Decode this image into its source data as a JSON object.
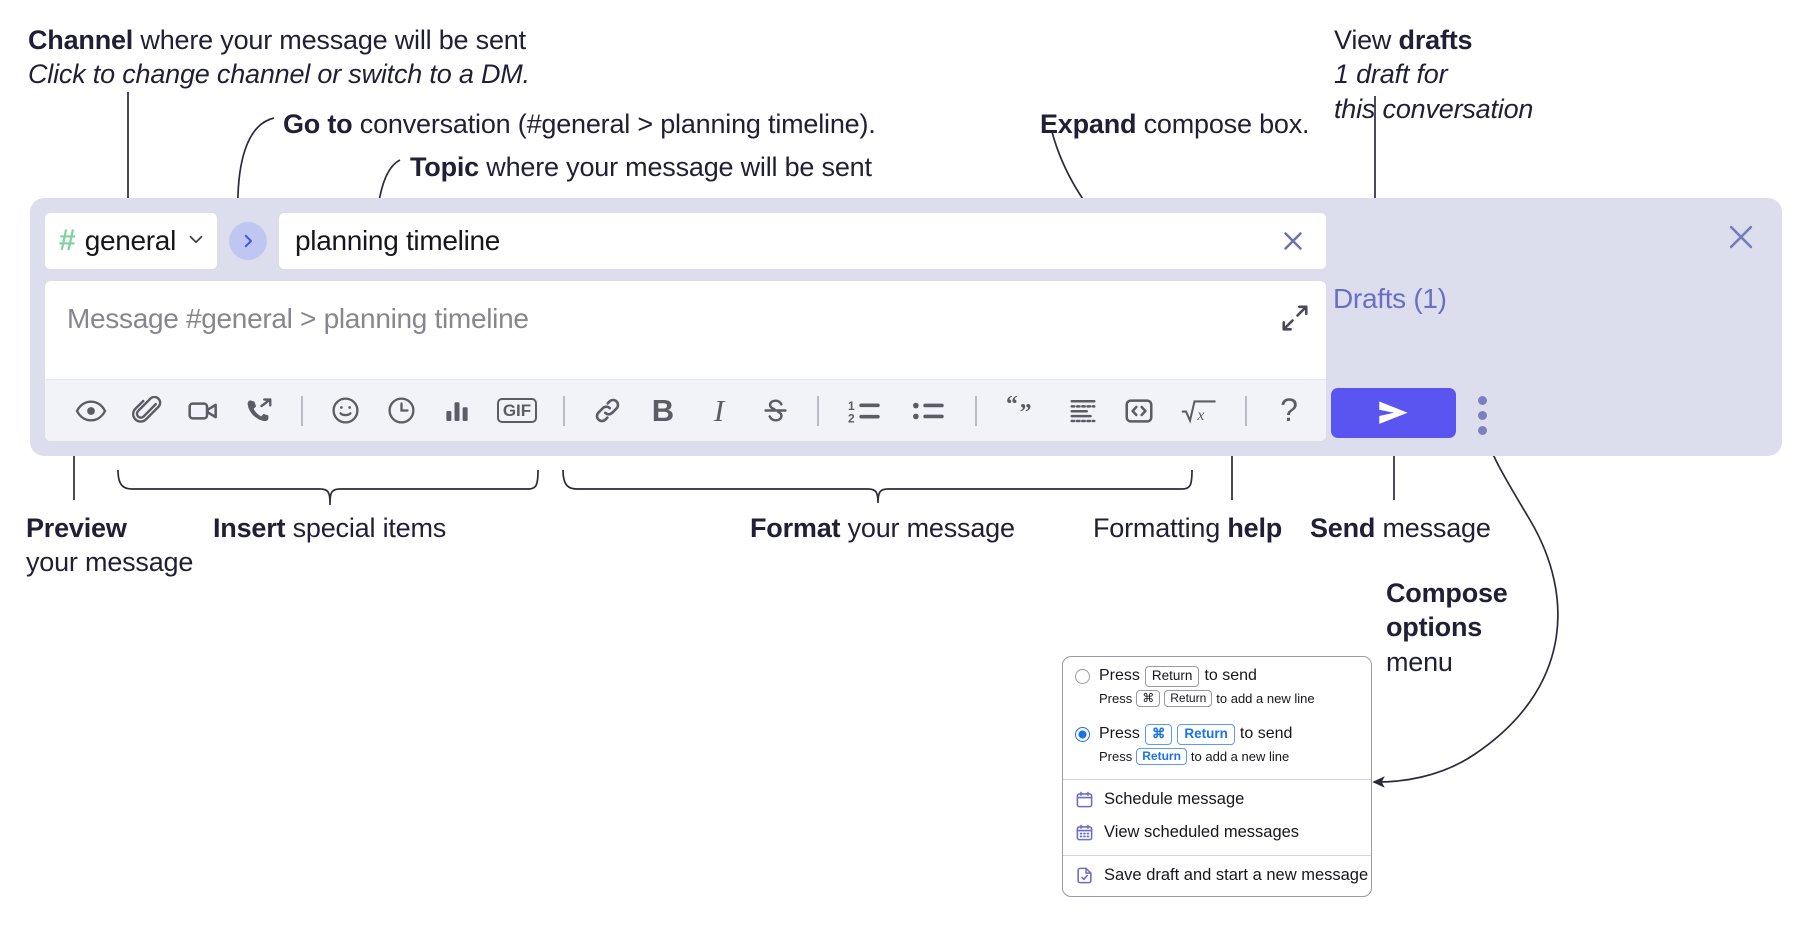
{
  "annotations": {
    "channel": {
      "line1_bold": "Channel",
      "line1_rest": " where your message will be sent",
      "line2_italic": "Click to change channel or switch to a DM."
    },
    "goto": {
      "bold": "Go to",
      "rest": " conversation (#general > planning timeline)."
    },
    "topic": {
      "bold": "Topic",
      "rest": " where your message will be sent"
    },
    "expand": {
      "bold": "Expand",
      "rest": " compose box."
    },
    "drafts": {
      "line1_plain": "View ",
      "line1_bold": "drafts",
      "line2_italic": "1 draft for",
      "line3_italic": "this conversation"
    },
    "preview": {
      "line1_bold": "Preview",
      "line2": "your message"
    },
    "insert": {
      "bold": "Insert",
      "rest": " special items"
    },
    "format": {
      "bold": "Format",
      "rest": " your message"
    },
    "formatting_help": {
      "plain": "Formatting ",
      "bold": "help"
    },
    "send": {
      "bold": "Send",
      "rest": " message"
    },
    "compose_options": {
      "line1_bold": "Compose",
      "line2_bold": "options",
      "line3": "menu"
    }
  },
  "compose": {
    "channel_hash": "#",
    "channel_name": "general",
    "chevron_icon": "chevron-down-icon",
    "goto_icon": "chevron-right-icon",
    "topic_value": "planning timeline",
    "topic_clear_icon": "close-icon",
    "message_placeholder": "Message #general > planning timeline",
    "expand_icon": "expand-icon",
    "drafts_label": "Drafts (1)",
    "panel_close_icon": "close-icon",
    "send_icon": "send-paper-plane-icon",
    "kebab_icon": "more-vertical-icon",
    "accent_purple": "#5a55f0",
    "panel_bg": "#dcdeee",
    "hash_green": "#7ed39f",
    "drafts_text_color": "#6b6fc4",
    "toolbar": [
      {
        "name": "preview-icon",
        "label": "Preview"
      },
      {
        "name": "attachment-paperclip-icon",
        "label": "Attach file"
      },
      {
        "name": "video-camera-icon",
        "label": "Video clip"
      },
      {
        "name": "audio-call-icon",
        "label": "Audio clip"
      },
      {
        "name": "separator-1",
        "label": ""
      },
      {
        "name": "emoji-smiley-icon",
        "label": "Emoji"
      },
      {
        "name": "clock-icon",
        "label": "Reminder"
      },
      {
        "name": "poll-bar-chart-icon",
        "label": "Poll"
      },
      {
        "name": "gif-icon",
        "label": "GIF"
      },
      {
        "name": "separator-2",
        "label": ""
      },
      {
        "name": "link-icon",
        "label": "Link"
      },
      {
        "name": "bold-icon",
        "label": "B"
      },
      {
        "name": "italic-icon",
        "label": "I"
      },
      {
        "name": "strikethrough-icon",
        "label": "S"
      },
      {
        "name": "separator-3",
        "label": ""
      },
      {
        "name": "ordered-list-icon",
        "label": "Numbered list"
      },
      {
        "name": "bulleted-list-icon",
        "label": "Bulleted list"
      },
      {
        "name": "separator-4",
        "label": ""
      },
      {
        "name": "blockquote-icon",
        "label": "Quote"
      },
      {
        "name": "code-block-icon",
        "label": "Code block"
      },
      {
        "name": "inline-code-icon",
        "label": "Code"
      },
      {
        "name": "math-formula-icon",
        "label": "Math"
      },
      {
        "name": "separator-5",
        "label": ""
      },
      {
        "name": "formatting-help-icon",
        "label": "?"
      }
    ],
    "gif_label": "GIF",
    "bold_label": "B",
    "italic_label": "I",
    "help_label": "?"
  },
  "popup": {
    "option1": {
      "press": "Press",
      "key": "Return",
      "suffix": "to send",
      "sub_press": "Press",
      "sub_key1": "⌘",
      "sub_key2": "Return",
      "sub_suffix": "to add a new line",
      "selected": false
    },
    "option2": {
      "press": "Press",
      "key1": "⌘",
      "key2": "Return",
      "suffix": "to send",
      "sub_press": "Press",
      "sub_key": "Return",
      "sub_suffix": "to add a new line",
      "selected": true
    },
    "items": [
      {
        "icon": "calendar-schedule-icon",
        "label": "Schedule message"
      },
      {
        "icon": "calendar-grid-icon",
        "label": "View scheduled messages"
      },
      {
        "icon": "save-draft-icon",
        "label": "Save draft and start a new message"
      }
    ]
  }
}
